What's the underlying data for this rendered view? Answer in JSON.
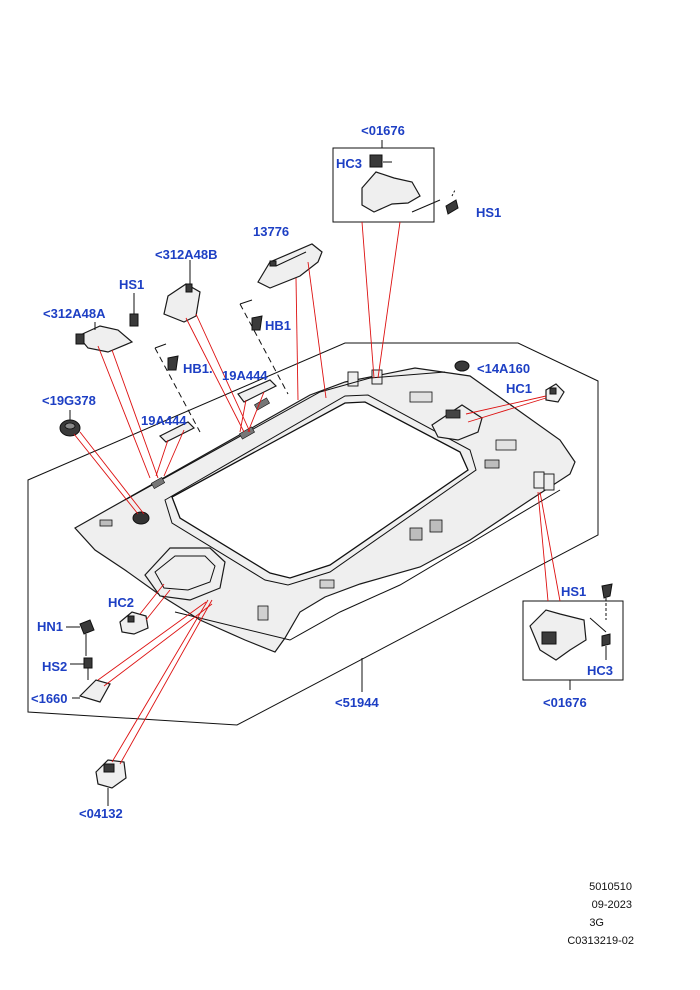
{
  "labels": {
    "bracket_top": "<01676",
    "hc3_top": "HC3",
    "hs1_top": "HS1",
    "clip_13776": "13776",
    "bracket_312a48b": "<312A48B",
    "hs1_left": "HS1",
    "bracket_312a48a": "<312A48A",
    "hb1_right": "HB1",
    "hb1_left": "HB1.",
    "strip_19a444_upper": "19A444",
    "strip_19a444_lower": "19A444",
    "part_14a160": "<14A160",
    "hc1": "HC1",
    "part_19g378": "<19G378",
    "hc2": "HC2",
    "hn1": "HN1",
    "hs2": "HS2",
    "part_1660": "<1660",
    "headliner_51944": "<51944",
    "part_04132": "<04132",
    "hs1_right": "HS1",
    "hc3_right": "HC3",
    "bracket_right": "<01676"
  },
  "footer": {
    "drawing_no": "5010510",
    "date": "09-2023",
    "variant": "3G",
    "ref_code": "C0313219-02"
  },
  "colors": {
    "label_blue": "#1d3fc4",
    "leader_red": "#d11111",
    "line_black": "#111111"
  }
}
